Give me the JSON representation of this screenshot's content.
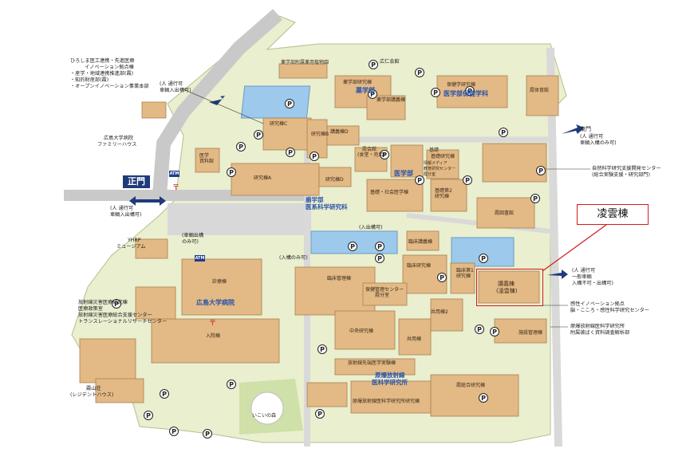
{
  "callout": {
    "title": "凌雲棟"
  },
  "gates": {
    "main_gate": "正門",
    "east_gate": "東門"
  },
  "access_notes": {
    "north_west": [
      "(人 通行可",
      " 車輌入出構可)"
    ],
    "main_gate": [
      "(人 通行可",
      " 車輌入出構可)"
    ],
    "east_gate": [
      "(人 通行可",
      " 車輌入構のみ可)"
    ],
    "east_right": [
      "(人 通行可",
      " 一般車輌",
      " 入構不可・出構可)"
    ],
    "entry_only_1": [
      "(入出構可)"
    ],
    "entry_only_2": [
      "(入構のみ可)"
    ],
    "exit_only": [
      "(車輌出構",
      " のみ可)"
    ]
  },
  "notes": {
    "top_left": [
      "ひろしま医工連携・先進医療",
      "イノベーション拠点棟",
      "・産学・地域連携推進部(霞)",
      "・知的財産部(霞)",
      "・オープンイノベーション事業本部"
    ],
    "family_house": [
      "広島大学病院",
      "ファミリーハウス"
    ],
    "hiroshima_medical": [
      "医学",
      "資料館"
    ],
    "yhrp": [
      "YHRP",
      "ミュージアム"
    ],
    "radiation": [
      "放射線災害医療研究棟",
      "医療政策室",
      "放射線災害医療総合支援センター",
      "トランスレーショナルリサーチセンター"
    ],
    "hiroshima_house": [
      "広仁会館"
    ],
    "regent": [
      "霞山荘",
      "(レジデントハウス)"
    ],
    "natural_science": [
      "自然科学研究支援開発センター",
      "(総合実験支援・研究部門)"
    ],
    "innovation": [
      "感性イノベーション拠点",
      "脳・こころ・感性科学研究センター"
    ],
    "atomic": [
      "原爆放射線医科学研究所",
      "附属被ばく資料調査解析部"
    ]
  },
  "buildings": {
    "pharma_garden": "薬学部附属薬用植物園",
    "pharma_research": "薬学部研究棟",
    "pharma_lecture": "薬学部講義棟",
    "health_research": "保健学研究棟",
    "gymnasium": "霞体育館",
    "research_c": "研究棟C",
    "research_b": "研究棟B",
    "lecture_d": "講義棟D",
    "research_a": "研究棟A",
    "research_d": "研究棟D",
    "cafeteria": [
      "霞会館",
      "(食堂・売店)"
    ],
    "basic": "基礎",
    "basic_lecture": "基礎・社会医学棟",
    "info_media": [
      "情報メディア",
      "教育研究センター",
      "霞分室"
    ],
    "basic_research": "基礎研究棟",
    "basic_2": [
      "基礎第2",
      "研究棟"
    ],
    "library": "霞図書館",
    "clinical_lecture": "臨床講義棟",
    "clinical_research": "臨床研究棟",
    "clinical_1": [
      "臨床第1",
      "研究棟"
    ],
    "lecture_building": [
      "講義棟",
      "(凌雲棟)"
    ],
    "clinical_mgmt": "臨床管理棟",
    "health_mgmt": [
      "保健管理センター",
      "霞分室"
    ],
    "clinic": "診療棟",
    "ward": "入院棟",
    "central_research": "中央研究棟",
    "shared": "共用棟",
    "shared_2": "共用棟2",
    "facility": "施設管理棟",
    "radiation_lab": "放射線先端医学実験棟",
    "atomic_building": "原爆放射線医科学研究所研究棟",
    "kasumi_research": "霞総合研究棟",
    "forest": "いこいの森"
  },
  "faculties": {
    "pharmacy": "薬学部",
    "health": "医学部保健学科",
    "medical": "医学部",
    "dental": [
      "歯学部",
      "医系科学研究科"
    ],
    "hospital": "広島大学病院",
    "atomic": [
      "原爆放射線",
      "医科学研究所"
    ]
  },
  "symbols": {
    "parking": "P",
    "atm": "ATM",
    "post": "〒"
  }
}
